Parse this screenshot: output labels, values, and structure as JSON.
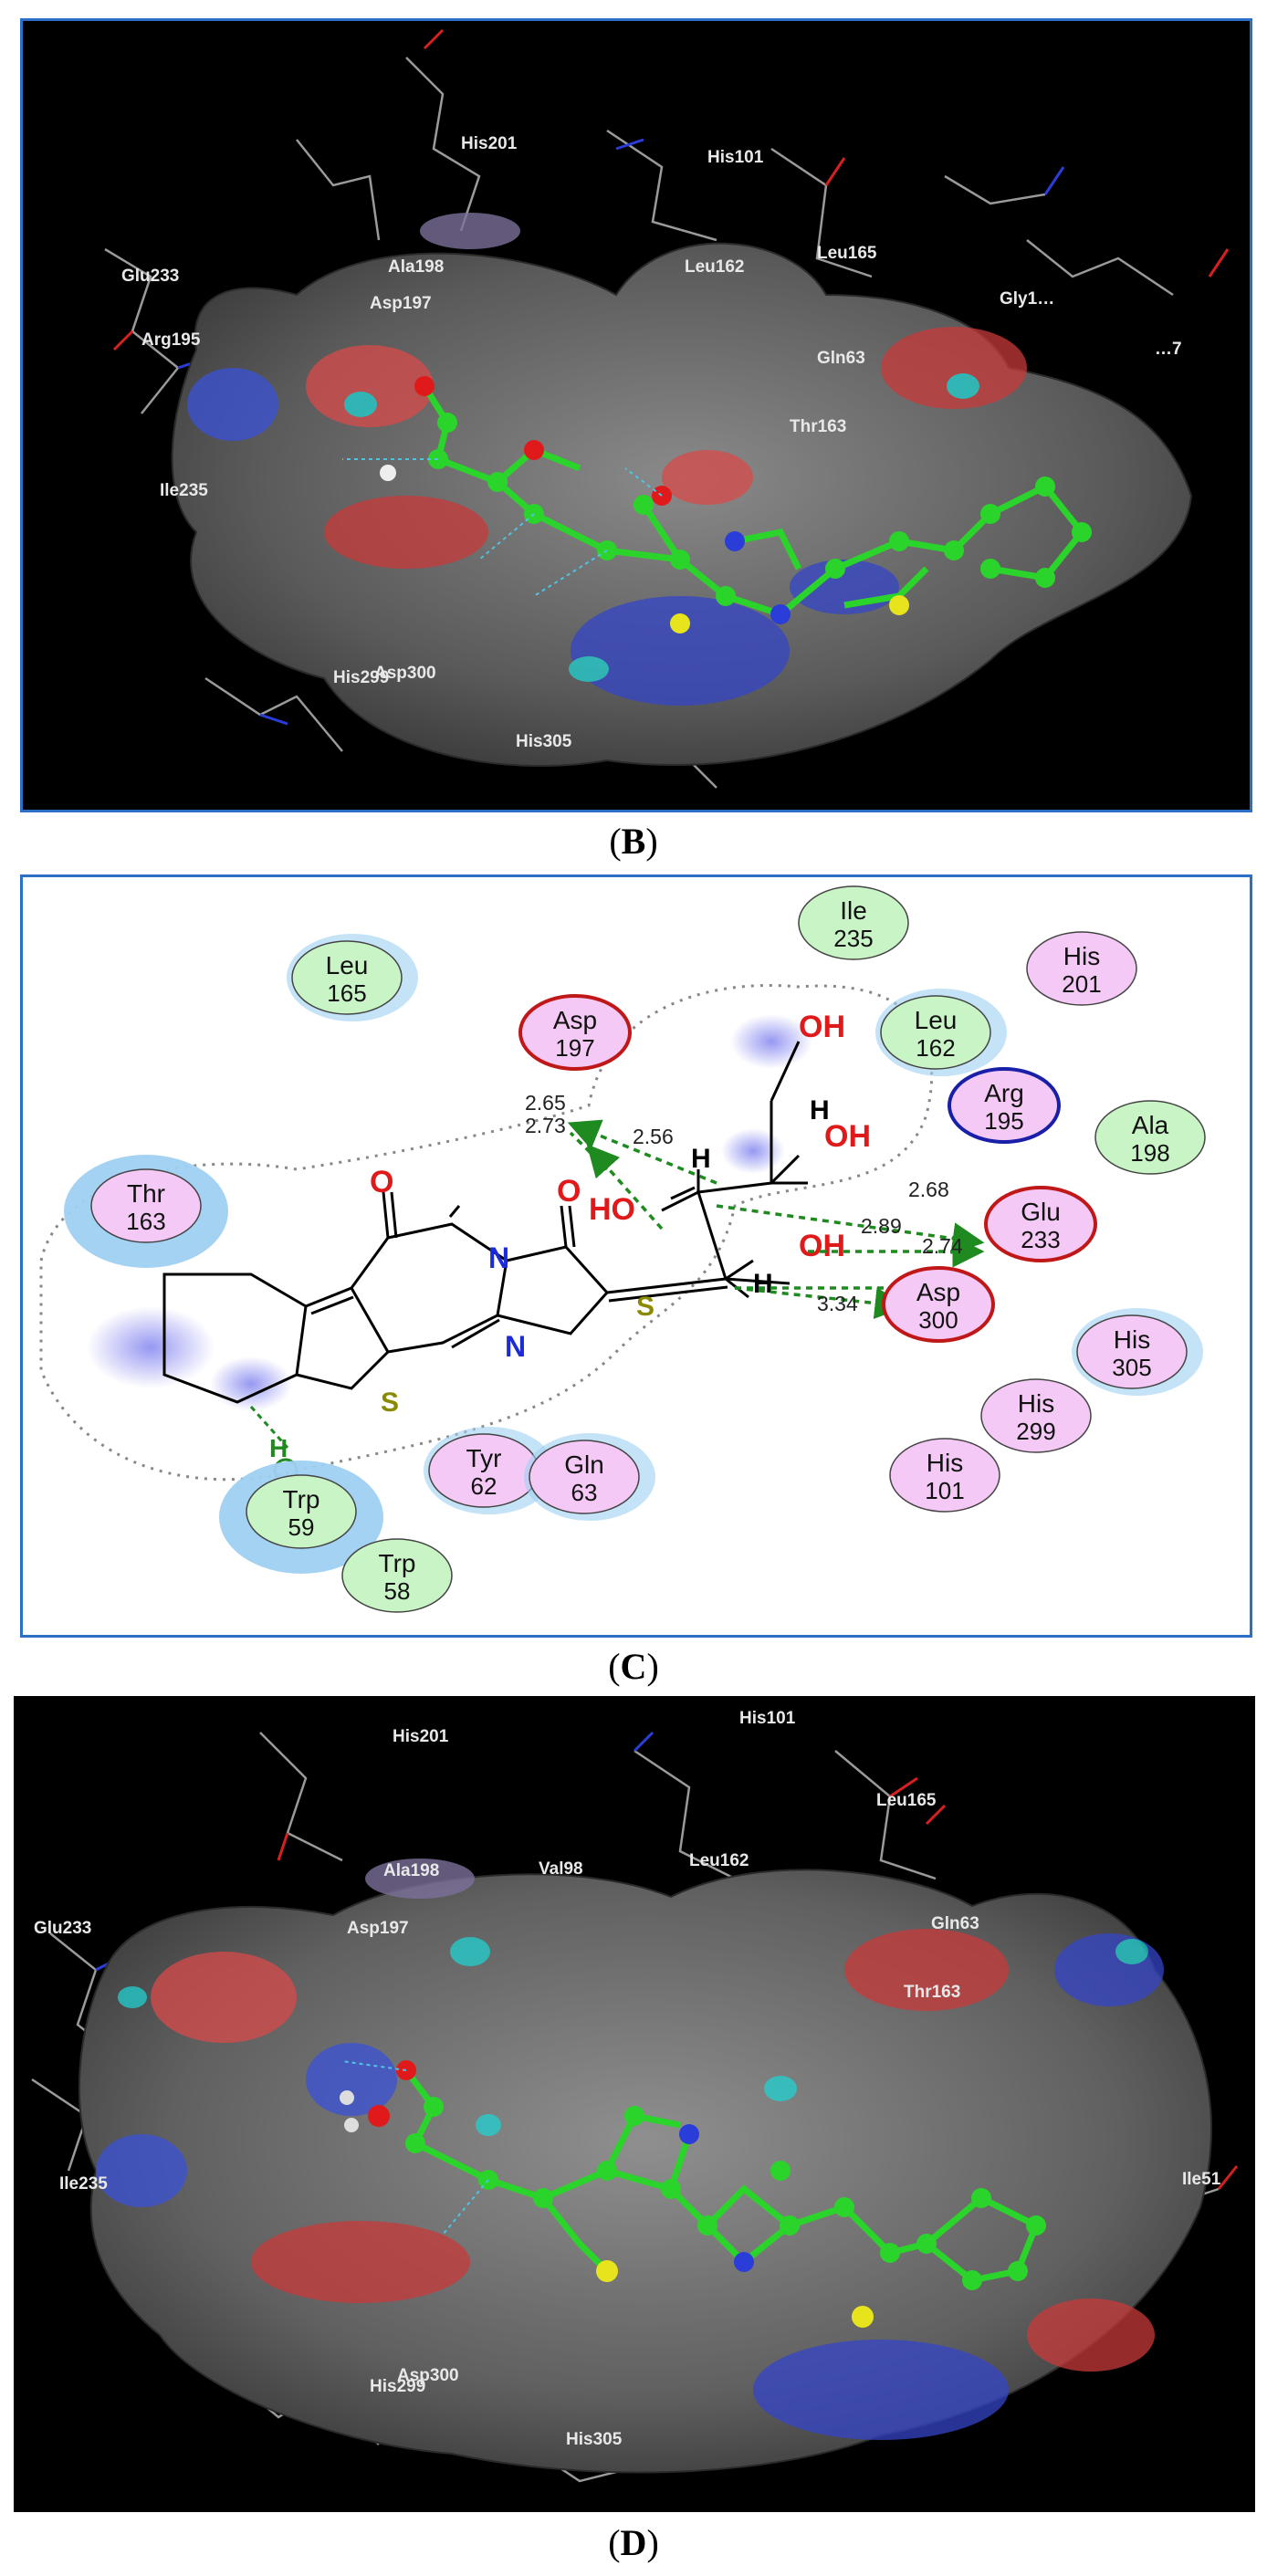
{
  "panels": {
    "B": {
      "label": "B",
      "residues": [
        "His201",
        "His101",
        "Ala198",
        "Leu162",
        "Leu165",
        "Glu233",
        "Asp197",
        "Gly1…",
        "Arg195",
        "Gln63",
        "Thr163",
        "Ile235",
        "Asp300",
        "His299",
        "His305",
        "…7"
      ]
    },
    "C": {
      "label": "C",
      "residues": [
        {
          "name": "Ile",
          "num": "235",
          "kind": "green"
        },
        {
          "name": "His",
          "num": "201",
          "kind": "pink"
        },
        {
          "name": "Leu",
          "num": "165",
          "kind": "green"
        },
        {
          "name": "Asp",
          "num": "197",
          "kind": "pink-red"
        },
        {
          "name": "Leu",
          "num": "162",
          "kind": "green"
        },
        {
          "name": "Arg",
          "num": "195",
          "kind": "pink-blue"
        },
        {
          "name": "Ala",
          "num": "198",
          "kind": "green"
        },
        {
          "name": "Thr",
          "num": "163",
          "kind": "pink"
        },
        {
          "name": "Glu",
          "num": "233",
          "kind": "pink-red"
        },
        {
          "name": "Asp",
          "num": "300",
          "kind": "pink-red"
        },
        {
          "name": "His",
          "num": "305",
          "kind": "pink"
        },
        {
          "name": "His",
          "num": "299",
          "kind": "pink"
        },
        {
          "name": "Tyr",
          "num": "62",
          "kind": "pink"
        },
        {
          "name": "Gln",
          "num": "63",
          "kind": "pink"
        },
        {
          "name": "Trp",
          "num": "59",
          "kind": "green"
        },
        {
          "name": "His",
          "num": "101",
          "kind": "pink"
        },
        {
          "name": "Trp",
          "num": "58",
          "kind": "green"
        }
      ],
      "distances": [
        "2.65",
        "2.73",
        "2.56",
        "2.68",
        "2.89",
        "2.74",
        "3.34"
      ],
      "atoms": {
        "oh1": "OH",
        "oh2": "OH",
        "ho3": "HO",
        "oh4": "OH",
        "h1": "H",
        "h2": "H",
        "h3": "H",
        "o1": "O",
        "o2": "O",
        "n1": "N",
        "n2": "N",
        "s1": "S",
        "s2": "S",
        "h_trp": "H"
      }
    },
    "D": {
      "label": "D",
      "residues": [
        "His101",
        "His201",
        "Leu165",
        "Ala198",
        "Val98",
        "Leu162",
        "Glu233",
        "Asp197",
        "Gln63",
        "Thr163",
        "Ile235",
        "Ile51",
        "Asp300",
        "His299",
        "His305"
      ]
    }
  },
  "colors": {
    "frame": "#2c6fc7",
    "hbond": "#1f8a1f",
    "green_residue": "#c9f5c6",
    "pink_residue": "#f5c9f5",
    "halo": "#9fd0f2"
  }
}
